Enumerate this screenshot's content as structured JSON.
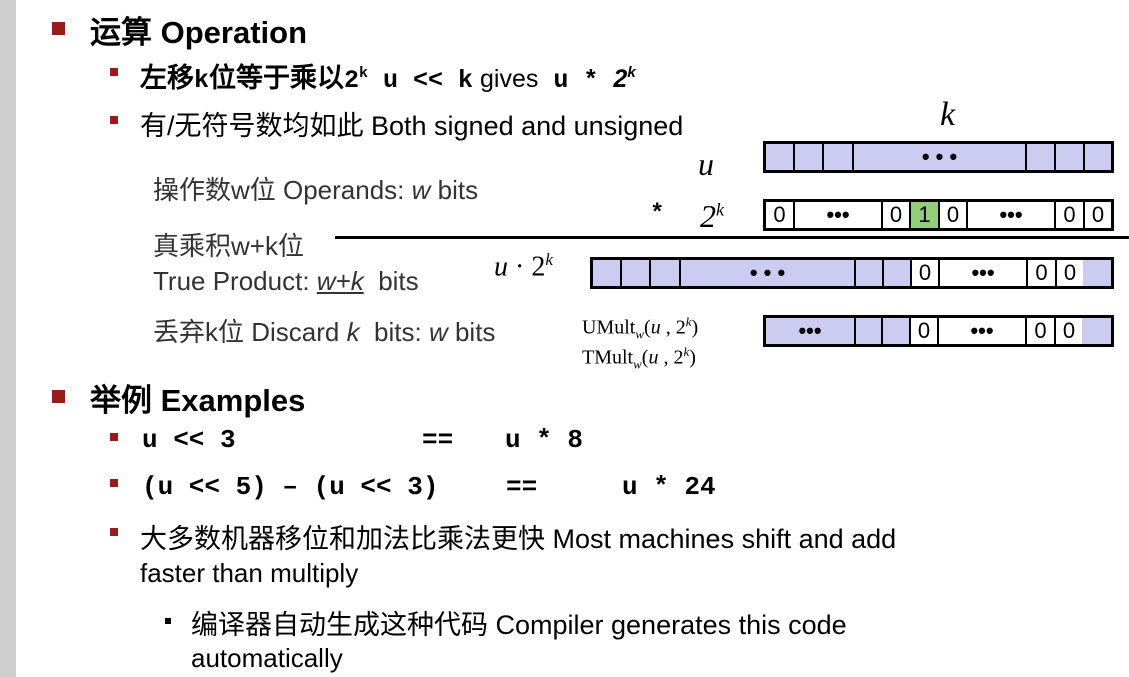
{
  "sections": {
    "operation": {
      "heading": "运算 Operation",
      "bullets": [
        {
          "prefix": "左移",
          "k": "k",
          "mid": "位等于乘以",
          "two": "2",
          "sup": "k",
          "code1": " u << k",
          "gives": " gives",
          "code2": " u * ",
          "two2": "2",
          "sup2": "k"
        },
        {
          "text": "有/无符号数均如此 Both signed and unsigned"
        }
      ]
    },
    "examples": {
      "heading": "举例 Examples",
      "code_lines": [
        {
          "left": "u << 3",
          "eq": "==",
          "right": "u * 8"
        },
        {
          "left": "(u << 5) – (u << 3)",
          "eq": "==",
          "right": "u * 24"
        }
      ],
      "note": {
        "line1": "大多数机器移位和加法比乘法更快 Most machines shift and add",
        "line2": "faster than multiply"
      },
      "sub_note": {
        "line1": "编译器自动生成这种代码  Compiler generates this code",
        "line2": "automatically"
      }
    }
  },
  "diagram": {
    "operands_label": {
      "cn": "操作数w位 Operands: ",
      "w": "w",
      "bits": " bits"
    },
    "true_product_label": {
      "cn": "真乘积w+k位",
      "en": "True Product: ",
      "wk": "w+k",
      "bits": "  bits"
    },
    "discard_label": {
      "cn": "丢弃k位 Discard ",
      "k": "k",
      "mid": "  bits: ",
      "w": "w",
      "bits": " bits"
    },
    "k_label": "k",
    "u_label": "u",
    "times": "*",
    "two_k": {
      "base": "2",
      "exp": "k"
    },
    "product": {
      "u": "u",
      "dot": " · ",
      "base": "2",
      "exp": "k"
    },
    "umult": {
      "name": "UMult",
      "sub": "w",
      "args_open": "(",
      "u": "u",
      "comma": " , 2",
      "exp": "k",
      "close": ")"
    },
    "tmult": {
      "name": "TMult",
      "sub": "w",
      "args_open": "(",
      "u": "u",
      "comma": " , 2",
      "exp": "k",
      "close": ")"
    },
    "register_cells": {
      "zero": "0",
      "one": "1",
      "ellipsis": "•••",
      "wide_ellipsis": "• • •"
    },
    "colors": {
      "register_fill": "#ccccf2",
      "highlight_bit": "#93cc7a",
      "bullet": "#9a1b1b"
    }
  }
}
